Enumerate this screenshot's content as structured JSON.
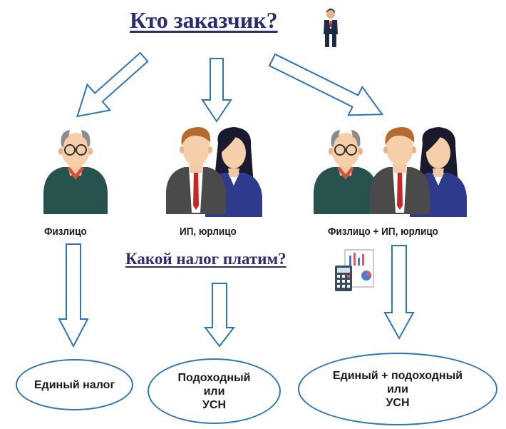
{
  "title": "Кто заказчик?",
  "subtitle": "Какой налог платим?",
  "customers": [
    {
      "label": "Физлицо",
      "icon": "elderly-man-icon"
    },
    {
      "label": "ИП, юрлицо",
      "icon": "business-people-icon"
    },
    {
      "label": "Физлицо + ИП, юрлицо",
      "icon": "mixed-group-icon"
    }
  ],
  "taxes": [
    {
      "label": "Единый налог"
    },
    {
      "label": "Подоходный\nили\nУСН"
    },
    {
      "label": "Единый + подоходный\nили\nУСН"
    }
  ],
  "icons": {
    "title": "businessman-icon",
    "subtitle": "calculator-report-icon"
  },
  "colors": {
    "heading": "#2b2d6e",
    "arrow": "#2e75b6",
    "oval_border": "#2e75b6"
  }
}
